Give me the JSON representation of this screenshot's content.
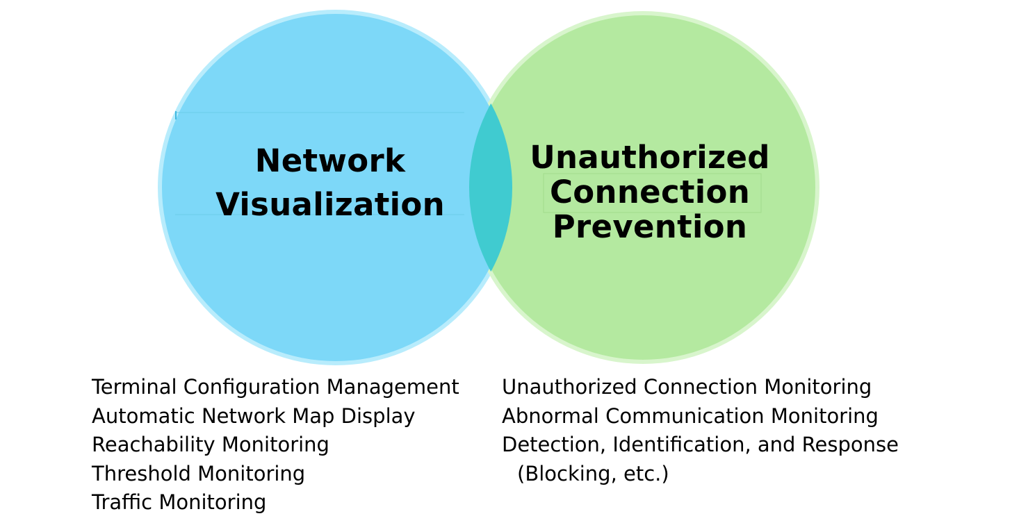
{
  "diagram": {
    "type": "venn",
    "left_circle": {
      "title_lines": [
        "Network",
        "Visualization"
      ],
      "fill": "#7dd8f8",
      "edge": "#b8ecfc"
    },
    "right_circle": {
      "title_lines": [
        "Unauthorized",
        "Connection",
        "Prevention"
      ],
      "fill": "#b4e9a0",
      "edge": "#d8f5cc"
    },
    "overlap_fill": "#40cbd0"
  },
  "left_features": [
    "Terminal Configuration Management",
    "Automatic Network Map Display",
    "Reachability Monitoring",
    "Threshold Monitoring",
    "Traffic Monitoring"
  ],
  "right_features": [
    "Unauthorized Connection Monitoring",
    "Abnormal Communication Monitoring",
    "Detection, Identification, and Response",
    "(Blocking, etc.)"
  ]
}
